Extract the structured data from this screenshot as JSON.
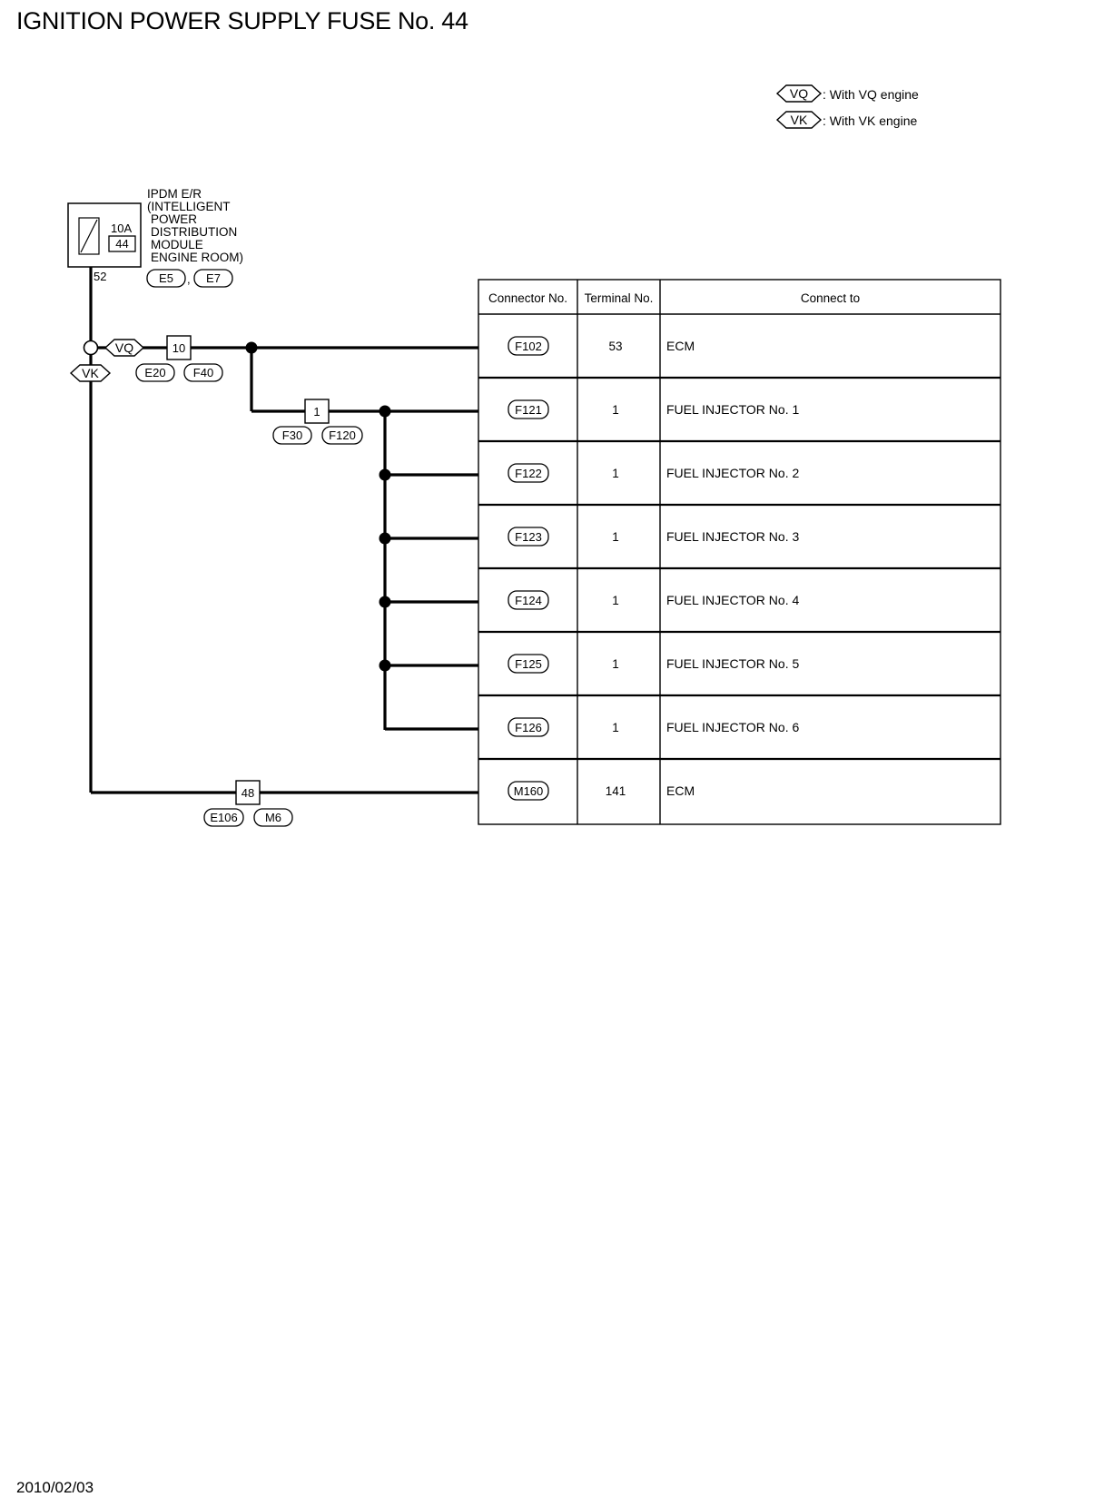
{
  "title": "IGNITION POWER SUPPLY FUSE No. 44",
  "legend": [
    {
      "code": "VQ",
      "description": ": With VQ engine"
    },
    {
      "code": "VK",
      "description": ": With VK engine"
    }
  ],
  "ipdm": {
    "label_lines": [
      "IPDM E/R",
      "(INTELLIGENT",
      "POWER",
      "DISTRIBUTION",
      "MODULE",
      "ENGINE ROOM)"
    ],
    "fuse_rating": "10A",
    "fuse_number": "44",
    "terminal": "52",
    "connectors": [
      "E5",
      "E7"
    ],
    "connector_separator": ","
  },
  "branches": {
    "vq_tag": "VQ",
    "vk_tag": "VK",
    "vq_splice": {
      "number": "10",
      "connectors": [
        "E20",
        "F40"
      ]
    },
    "injector_splice": {
      "number": "1",
      "connectors": [
        "F30",
        "F120"
      ]
    },
    "vk_splice": {
      "number": "48",
      "connectors": [
        "E106",
        "M6"
      ]
    }
  },
  "table": {
    "headers": [
      "Connector No.",
      "Terminal No.",
      "Connect to"
    ],
    "rows": [
      {
        "connector": "F102",
        "terminal": "53",
        "connect_to": "ECM"
      },
      {
        "connector": "F121",
        "terminal": "1",
        "connect_to": "FUEL INJECTOR No. 1"
      },
      {
        "connector": "F122",
        "terminal": "1",
        "connect_to": "FUEL INJECTOR No. 2"
      },
      {
        "connector": "F123",
        "terminal": "1",
        "connect_to": "FUEL INJECTOR No. 3"
      },
      {
        "connector": "F124",
        "terminal": "1",
        "connect_to": "FUEL INJECTOR No. 4"
      },
      {
        "connector": "F125",
        "terminal": "1",
        "connect_to": "FUEL INJECTOR No. 5"
      },
      {
        "connector": "F126",
        "terminal": "1",
        "connect_to": "FUEL INJECTOR No. 6"
      },
      {
        "connector": "M160",
        "terminal": "141",
        "connect_to": "ECM"
      }
    ]
  },
  "footer_date": "2010/02/03"
}
